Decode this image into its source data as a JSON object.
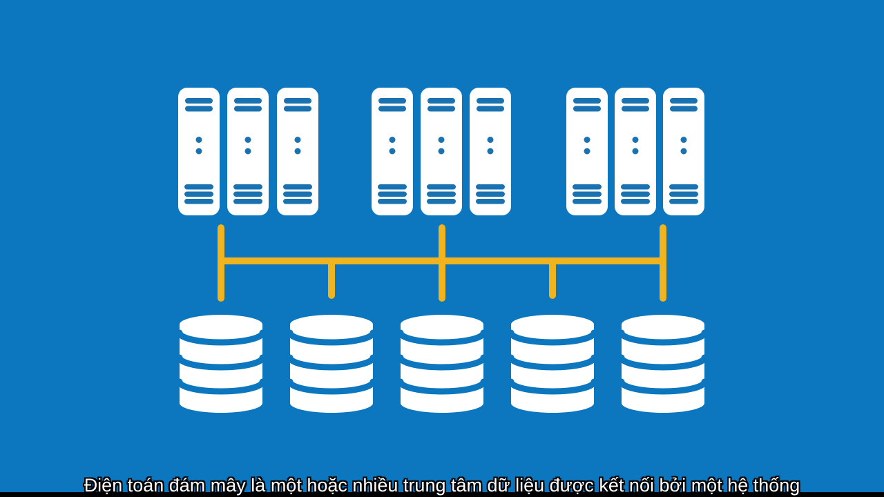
{
  "subtitle": {
    "text": "Điện toán đám mây là một hoặc nhiều trung tâm dữ liệu được kết nối bởi một hệ thống"
  },
  "colors": {
    "background": "#0c76be",
    "icon-fill": "#ffffff",
    "icon-mark": "#1a72b0",
    "network-line": "#f2b41e",
    "letterbox": "#000000",
    "subtitle-text": "#ffffff",
    "subtitle-outline": "#000000"
  },
  "diagram": {
    "server_group_count": 3,
    "servers_per_group": 3,
    "database_count": 5,
    "network_drop_count": 5
  }
}
